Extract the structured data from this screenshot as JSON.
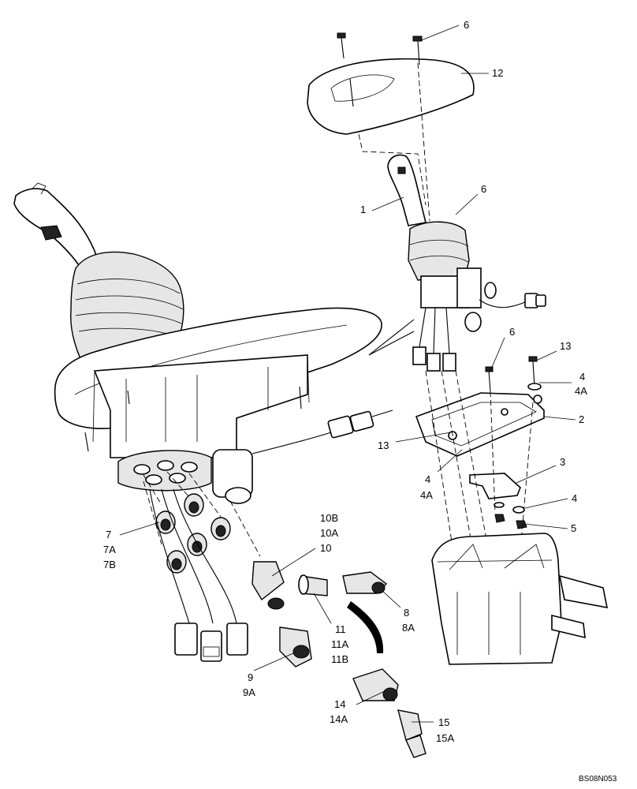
{
  "callouts": {
    "c6_top": "6",
    "c12": "12",
    "c1": "1",
    "c6_joystick": "6",
    "c6_bracket": "6",
    "c13_right": "13",
    "c4_right": "4",
    "c4a_right": "4A",
    "c2": "2",
    "c13_left": "13",
    "c4_left": "4",
    "c4a_left": "4A",
    "c3": "3",
    "c4_washer": "4",
    "c5": "5",
    "c7": "7",
    "c7a": "7A",
    "c7b": "7B",
    "c10b": "10B",
    "c10a": "10A",
    "c10": "10",
    "c11": "11",
    "c11a": "11A",
    "c11b": "11B",
    "c8": "8",
    "c8a": "8A",
    "c9": "9",
    "c9a": "9A",
    "c14": "14",
    "c14a": "14A",
    "c15": "15",
    "c15a": "15A"
  },
  "drawing_code": "BS08N053"
}
